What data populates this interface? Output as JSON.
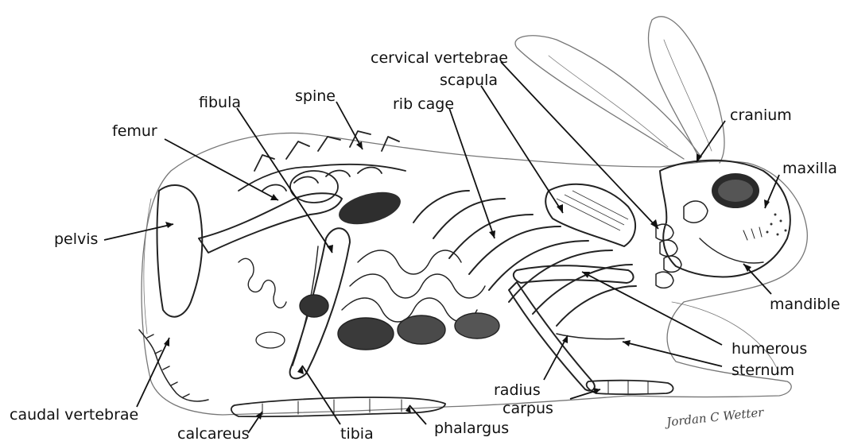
{
  "labels": {
    "cervical_vertebrae": "cervical vertebrae",
    "scapula": "scapula",
    "rib_cage": "rib cage",
    "spine": "spine",
    "fibula": "fibula",
    "femur": "femur",
    "cranium": "cranium",
    "maxilla": "maxilla",
    "pelvis": "pelvis",
    "mandible": "mandible",
    "humerous": "humerous",
    "sternum": "sternum",
    "radius": "radius",
    "carpus": "carpus",
    "caudal_vertebrae": "caudal vertebrae",
    "calcareus": "calcareus",
    "tibia": "tibia",
    "phalargus": "phalargus"
  },
  "signature": "Jordan C Wetter",
  "colors": {
    "ink": "#222222",
    "label": "#111111",
    "background": "#ffffff"
  }
}
